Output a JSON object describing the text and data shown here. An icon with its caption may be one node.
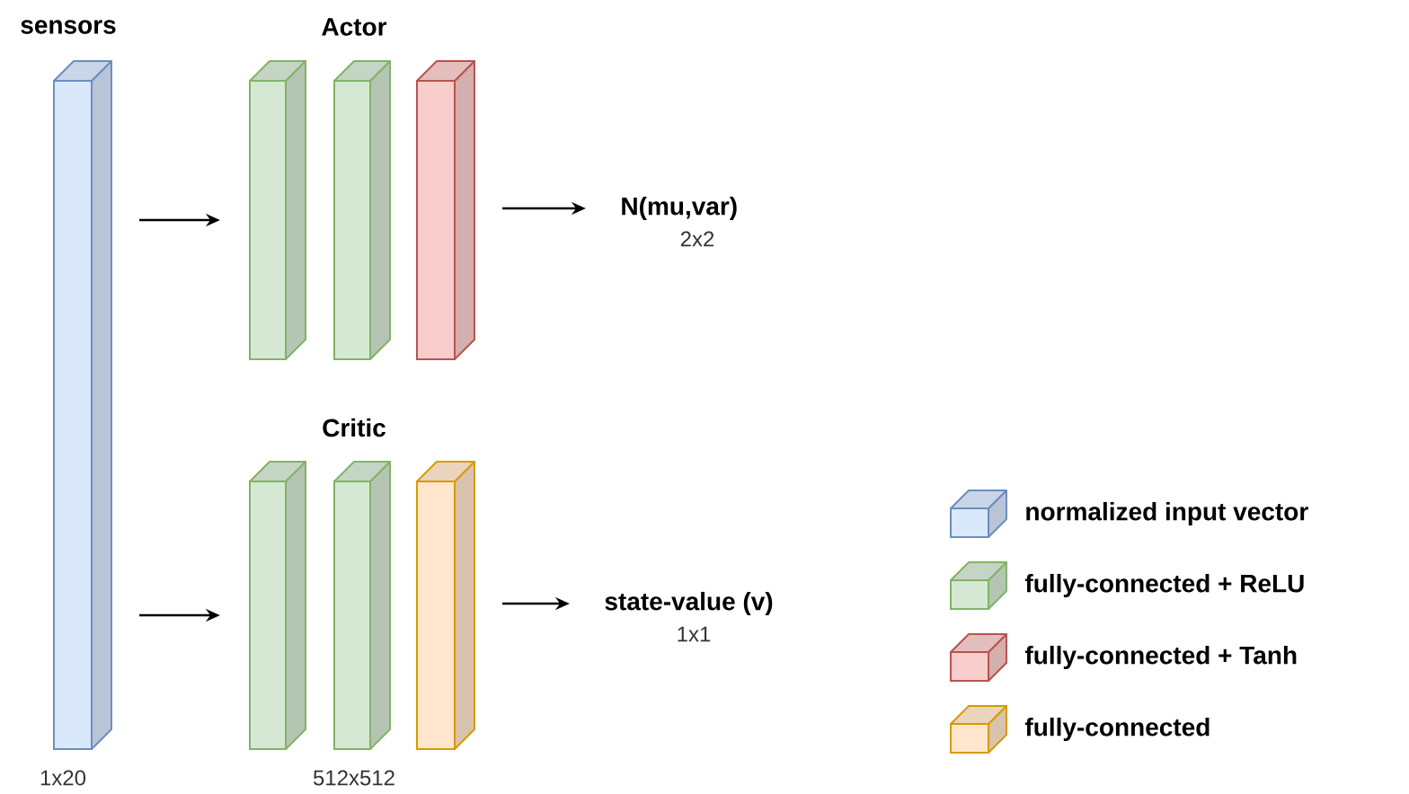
{
  "diagram": {
    "nodes": [
      {
        "text": [],
        "shape": "bar",
        "beside": [
          "sensors",
          "1x20"
        ]
      },
      {
        "text": [],
        "shape": "bar"
      },
      {
        "text": [],
        "shape": "bar"
      },
      {
        "text": [],
        "shape": "bar"
      },
      {
        "text": [
          "N(mu,var)"
        ],
        "beside": [
          "2x2"
        ]
      },
      {
        "text": [],
        "shape": "bar"
      },
      {
        "text": [],
        "shape": "bar"
      },
      {
        "text": [],
        "shape": "bar"
      },
      {
        "text": [
          "state-value (v)"
        ],
        "beside": [
          "1x1"
        ]
      }
    ],
    "edges": [
      {
        "from": 0,
        "to": 1,
        "arrow": "to"
      },
      {
        "from": 3,
        "to": 4,
        "arrow": "to"
      },
      {
        "from": 0,
        "to": 5,
        "arrow": "to"
      },
      {
        "from": 7,
        "to": 8,
        "arrow": "to"
      }
    ],
    "labels": [
      "Actor",
      "Critic",
      "512x512"
    ],
    "legend": [
      {
        "text": "normalized input vector",
        "color": "#dae8fc"
      },
      {
        "text": "fully-connected + ReLU",
        "color": "#d5e8d4"
      },
      {
        "text": "fully-connected + Tanh",
        "color": "#f8cecc"
      },
      {
        "text": "fully-connected",
        "color": "#ffe6cc"
      }
    ]
  }
}
